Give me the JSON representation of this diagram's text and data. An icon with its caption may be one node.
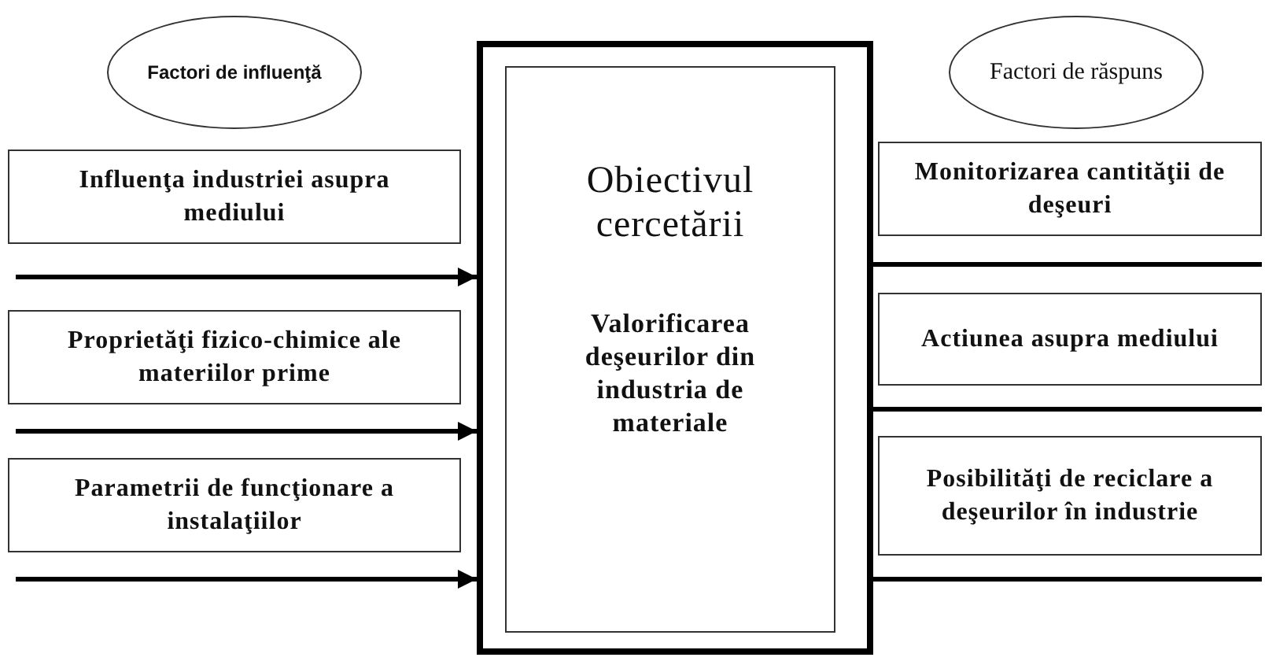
{
  "diagram": {
    "nodes": [
      {
        "text": [
          "Factori de influenţă"
        ]
      },
      {
        "text": [
          "Factori de răspuns"
        ]
      },
      {
        "text": [],
        "shape": "box"
      },
      {
        "text": [
          "Obiectivul cercetării",
          "Valorificarea deşeurilor din industria de materiale"
        ],
        "in": 2
      },
      {
        "text": [
          "Influenţa industriei asupra mediului"
        ]
      },
      {
        "text": [
          "Proprietăţi fizico-chimice ale materiilor prime"
        ]
      },
      {
        "text": [
          "Parametrii de funcţionare a instalaţiilor"
        ]
      },
      {
        "text": [
          "Monitorizarea cantităţii de deşeuri"
        ]
      },
      {
        "text": [
          "Actiunea asupra mediului"
        ]
      },
      {
        "text": [
          "Posibilităţi de reciclare a deşeurilor în industrie"
        ]
      }
    ],
    "edges": [
      {
        "from": null,
        "to": 2,
        "arrow": "to"
      },
      {
        "from": null,
        "to": 2,
        "arrow": "to"
      },
      {
        "from": null,
        "to": 2,
        "arrow": "to"
      },
      {
        "from": 2,
        "to": null,
        "arrow": "none"
      },
      {
        "from": 2,
        "to": null,
        "arrow": "none"
      },
      {
        "from": 2,
        "to": null,
        "arrow": "none"
      }
    ]
  }
}
